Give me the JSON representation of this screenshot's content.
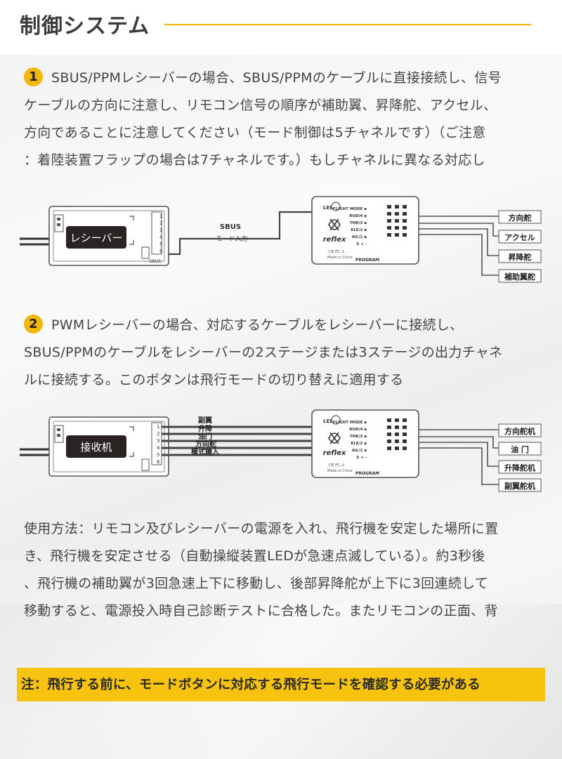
{
  "header": {
    "title": "制御システム"
  },
  "section1": {
    "number": "1",
    "lines": [
      "SBUS/PPMレシーバーの場合、SBUS/PPMのケーブルに直接接続し、信号",
      "ケーブルの方向に注意し、リモコン信号の順序が補助翼、昇降舵、アクセル、",
      "方向であることに注意してください（モード制御は5チャネルです）（ご注意",
      "：着陸装置フラップの場合は7チャネルです。）もしチャネルに異なる対応し"
    ]
  },
  "diagram1": {
    "receiver_label": "レシーバー",
    "receiver_channels": [
      "1",
      "2",
      "3",
      "4",
      "5",
      "6"
    ],
    "receiver_port_label": "SBUS",
    "cable_label": "SBUS",
    "cable_sublabel": "モード入力",
    "outputs": [
      "方向舵",
      "アクセル",
      "昇降舵",
      "補助翼舵"
    ]
  },
  "controller": {
    "led_label": "LED",
    "channel_labels": [
      "FLIGHT MODE ▪",
      "RUD/4 ▪",
      "THR/3 ▪",
      "ELE/2 ▪",
      "AIL/1 ▪",
      "S + -"
    ],
    "brand": "reflex",
    "cert": "CE FC ⚠",
    "origin": "Made in China",
    "program_label": "PROGRAM"
  },
  "section2": {
    "number": "2",
    "lines": [
      "PWMレシーバーの場合、対応するケーブルをレシーバーに接続し、",
      "SBUS/PPMのケーブルをレシーバーの2ステージまたは3ステージの出力チャネ",
      "ルに接続する。このボタンは飛行モードの切り替えに適用する"
    ]
  },
  "diagram2": {
    "receiver_label": "接收机",
    "receiver_channels": [
      "1",
      "2",
      "3",
      "4",
      "5",
      "6"
    ],
    "wire_labels": [
      "副翼",
      "升降",
      "油门",
      "方向舵",
      "模式输入"
    ],
    "outputs": [
      "方向舵机",
      "油 门",
      "升降舵机",
      "副翼舵机"
    ]
  },
  "usage": {
    "lines": [
      "使用方法：リモコン及びレシーバーの電源を入れ、飛行機を安定した場所に置",
      "き、飛行機を安定させる（自動操縦装置LEDが急速点滅している）。約3秒後",
      "、飛行機の補助翼が3回急速上下に移動し、後部昇降舵が上下に3回連続して",
      "移動すると、電源投入時自己診断テストに合格した。またリモコンの正面、背"
    ]
  },
  "note": {
    "text": "注：飛行する前に、モードボタンに対応する飛行モードを確認する必要がある"
  },
  "colors": {
    "accent": "#f2b705",
    "note_bg": "#f7c30e",
    "text": "#444444"
  }
}
